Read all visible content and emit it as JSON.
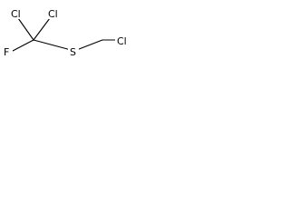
{
  "molecule": {
    "atoms": {
      "cl_top_left": "Cl",
      "cl_top_right": "Cl",
      "f_left": "F",
      "s_center": "S",
      "cl_right": "Cl"
    },
    "bond_color": "#000000",
    "label_color": "#000000"
  }
}
